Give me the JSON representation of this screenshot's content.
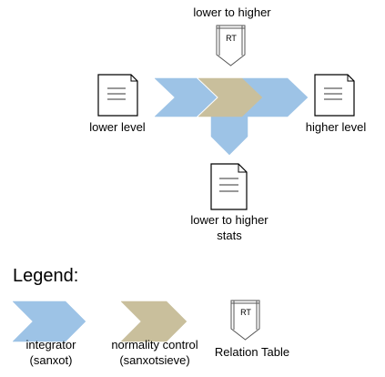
{
  "diagram": {
    "relation_table_top": {
      "caption": "lower to higher",
      "tag": "RT"
    },
    "input_doc": {
      "caption": "lower level"
    },
    "output_doc": {
      "caption": "higher level"
    },
    "stats_doc": {
      "caption_line1": "lower to higher",
      "caption_line2": "stats"
    }
  },
  "legend": {
    "title": "Legend:",
    "items": [
      {
        "line1": "integrator",
        "line2": "(sanxot)",
        "color": "#9dc3e6"
      },
      {
        "line1": "normality control",
        "line2": "(sanxotsieve)",
        "color": "#c9bf9c"
      },
      {
        "line1": "Relation Table",
        "tag": "RT"
      }
    ]
  },
  "colors": {
    "integrator": "#9dc3e6",
    "normality": "#c9bf9c",
    "doc_stroke": "#000000"
  }
}
